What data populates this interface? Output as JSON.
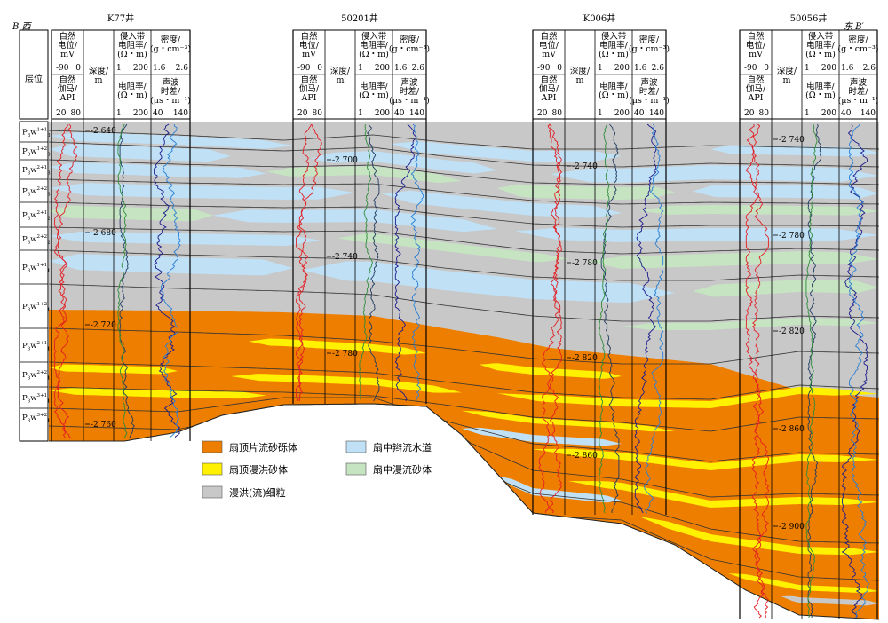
{
  "figure": {
    "west_label": "B 西",
    "east_label": "东 B′",
    "layer_column_title": "层位",
    "layers": [
      "P3w3 1+1",
      "P3w3 1+2",
      "P3w3 2+1",
      "P3w3 2+2",
      "P3w2 2+1",
      "P3w2 2+2",
      "P3w1 1+1",
      "P3w1 1+2",
      "P3w1 2+1",
      "P3w1 2+2",
      "P3w1 3+1",
      "P3w1 3+2"
    ],
    "layer_display": [
      {
        "base": "P",
        "sub": "3",
        "mid": "w",
        "sup": "1+1",
        "sub2": "3"
      },
      {
        "base": "P",
        "sub": "3",
        "mid": "w",
        "sup": "1+2",
        "sub2": "3"
      },
      {
        "base": "P",
        "sub": "3",
        "mid": "w",
        "sup": "2+1",
        "sub2": "3"
      },
      {
        "base": "P",
        "sub": "3",
        "mid": "w",
        "sup": "2+2",
        "sub2": "3"
      },
      {
        "base": "P",
        "sub": "3",
        "mid": "w",
        "sup": "2+1",
        "sub2": "2"
      },
      {
        "base": "P",
        "sub": "3",
        "mid": "w",
        "sup": "2+2",
        "sub2": "2"
      },
      {
        "base": "P",
        "sub": "3",
        "mid": "w",
        "sup": "1+1",
        "sub2": "1"
      },
      {
        "base": "P",
        "sub": "3",
        "mid": "w",
        "sup": "1+2",
        "sub2": "1"
      },
      {
        "base": "P",
        "sub": "3",
        "mid": "w",
        "sup": "2+1",
        "sub2": "1"
      },
      {
        "base": "P",
        "sub": "3",
        "mid": "w",
        "sup": "2+2",
        "sub2": "1"
      },
      {
        "base": "P",
        "sub": "3",
        "mid": "w",
        "sup": "3+1",
        "sub2": "1"
      },
      {
        "base": "P",
        "sub": "3",
        "mid": "w",
        "sup": "3+2",
        "sub2": "1"
      }
    ]
  },
  "wells": [
    {
      "name": "K77井",
      "depth_ticks": [
        "2 640",
        "2 680",
        "2 720",
        "2 760"
      ]
    },
    {
      "name": "50201井",
      "depth_ticks": [
        "2 700",
        "2 740",
        "2 780"
      ]
    },
    {
      "name": "K006井",
      "depth_ticks": [
        "2 740",
        "2 780",
        "2 820",
        "2 860"
      ]
    },
    {
      "name": "50056井",
      "depth_ticks": [
        "2 740",
        "2 780",
        "2 820",
        "2 860",
        "2 900"
      ]
    }
  ],
  "log_header": {
    "sp_title": [
      "自然",
      "电位/",
      "mV"
    ],
    "sp_range": [
      "-90",
      "0"
    ],
    "gr_title": [
      "自然",
      "伽马/",
      "API"
    ],
    "gr_range": [
      "20",
      "80"
    ],
    "depth_title": [
      "深度/",
      "m"
    ],
    "rt_title": [
      "侵入带",
      "电阻率/",
      "(Ω・m)"
    ],
    "rt_range": [
      "1",
      "200"
    ],
    "r_title": [
      "电阻率/",
      "(Ω・m)"
    ],
    "r_range": [
      "1",
      "200"
    ],
    "den_title": [
      "密度/",
      "(g・cm⁻³)"
    ],
    "den_range": [
      "1.6",
      "2.6"
    ],
    "ac_title": [
      "声波",
      "时差/",
      "(μs・m⁻¹)"
    ],
    "ac_range": [
      "40",
      "140"
    ]
  },
  "legend": [
    {
      "label": "扇顶片流砂砾体",
      "color": "#EE7E00"
    },
    {
      "label": "扇中辫流水道",
      "color": "#BFE0F5"
    },
    {
      "label": "扇顶漫洪砂体",
      "color": "#FFF100"
    },
    {
      "label": "扇中漫流砂体",
      "color": "#C6E3C2"
    },
    {
      "label": "漫洪(流)细粒",
      "color": "#C8C8C8"
    }
  ],
  "colors": {
    "orange": "#EE7E00",
    "blue": "#BFE0F5",
    "yellow": "#FFF100",
    "green": "#C6E3C2",
    "gray": "#C8C8C8",
    "sp": "#E31E24",
    "gr": "#E31E24",
    "rt": "#1F3A5F",
    "r": "#2E8B3A",
    "den": "#1B1B8C",
    "ac": "#2A7FD4"
  }
}
